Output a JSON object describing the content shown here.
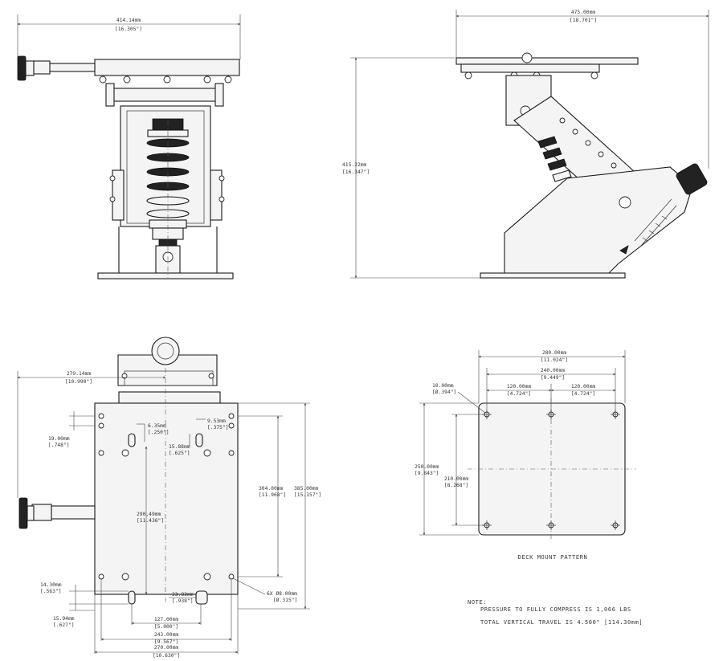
{
  "views": {
    "front": {
      "width_mm": "414.14mm",
      "width_in": "[16.305\"]"
    },
    "side": {
      "width_mm": "475.00mm",
      "width_in": "[18.701\"]",
      "height_mm": "415.22mm",
      "height_in": "[16.347\"]"
    },
    "top": {
      "d1_mm": "279.14mm",
      "d1_in": "[10.990\"]",
      "d2_mm": "6.35mm",
      "d2_in": "[.250\"]",
      "d3_mm": "9.53mm",
      "d3_in": "[.375\"]",
      "d4_mm": "19.00mm",
      "d4_in": "[.748\"]",
      "d5_mm": "15.88mm",
      "d5_in": "[.625\"]",
      "d6_mm": "304.00mm",
      "d6_in": "[11.968\"]",
      "d7_mm": "385.00mm",
      "d7_in": "[15.157\"]",
      "d8_mm": "290.49mm",
      "d8_in": "[11.436\"]",
      "d9_mm": "14.30mm",
      "d9_in": "[.563\"]",
      "d10_mm": "23.83mm",
      "d10_in": "[.938\"]",
      "d11_mm": "15.94mm",
      "d11_in": "[.627\"]",
      "d12_mm": "6X Ø8.00mm",
      "d12_in": "[Ø.315\"]",
      "d13_mm": "127.00mm",
      "d13_in": "[5.000\"]",
      "d14_mm": "243.00mm",
      "d14_in": "[9.567\"]",
      "d15_mm": "270.00mm",
      "d15_in": "[10.630\"]"
    },
    "deck": {
      "w_total_mm": "280.00mm",
      "w_total_in": "[11.024\"]",
      "w_outer_mm": "240.00mm",
      "w_outer_in": "[9.449\"]",
      "w_left_mm": "120.00mm",
      "w_left_in": "[4.724\"]",
      "w_right_mm": "120.00mm",
      "w_right_in": "[4.724\"]",
      "hole_mm": "10.00mm",
      "hole_in": "[Ø.394\"]",
      "h_total_mm": "250.00mm",
      "h_total_in": "[9.843\"]",
      "h_inner_mm": "210.00mm",
      "h_inner_in": "[8.268\"]",
      "title": "DECK MOUNT PATTERN"
    }
  },
  "notes": {
    "heading": "NOTE:",
    "line1": "PRESSURE TO FULLY COMPRESS IS 1,066 LBS",
    "line2": "TOTAL VERTICAL TRAVEL IS 4.500\" [114.30mm]"
  },
  "colors": {
    "line": "#1a1a1a",
    "background": "#ffffff",
    "fill": "#f4f4f4"
  }
}
